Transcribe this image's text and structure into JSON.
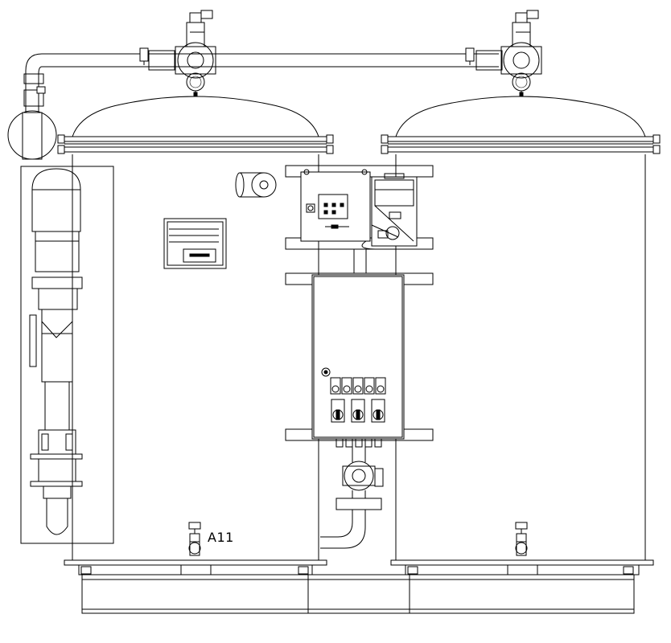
{
  "drawing": {
    "labels": {
      "drain_valve_left": "A11"
    },
    "components": [
      "left-vessel",
      "right-vessel",
      "top-manifold-pipe",
      "left-solenoid-valve",
      "right-solenoid-valve",
      "left-pressure-gauge",
      "right-pressure-gauge",
      "dryer-column",
      "timer-display-panel",
      "control-box",
      "controller-module",
      "main-electrical-cabinet",
      "bottom-valve-assembly",
      "left-drain-valve",
      "right-drain-valve",
      "base-frame"
    ],
    "colors": {
      "line": "#000000",
      "background": "#ffffff"
    }
  }
}
